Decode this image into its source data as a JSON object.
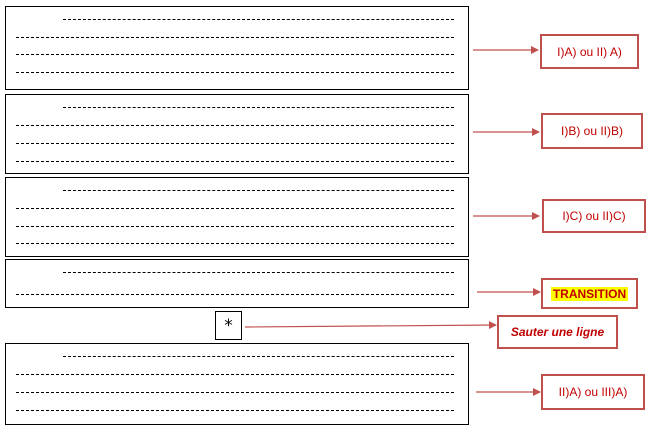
{
  "labels": {
    "ia_iia": "I)A) ou II) A)",
    "ib_iib": "I)B) ou II)B)",
    "ic_iic": "I)C) ou II)C)",
    "transition": "TRANSITION",
    "skip_line": "Sauter une ligne",
    "iia_iiia": "II)A) ou III)A)"
  },
  "separator_symbol": "*",
  "colors": {
    "arrow": "#c0504d",
    "label_border": "#c0504d",
    "label_text": "#c00000",
    "highlight": "#ffff00"
  }
}
